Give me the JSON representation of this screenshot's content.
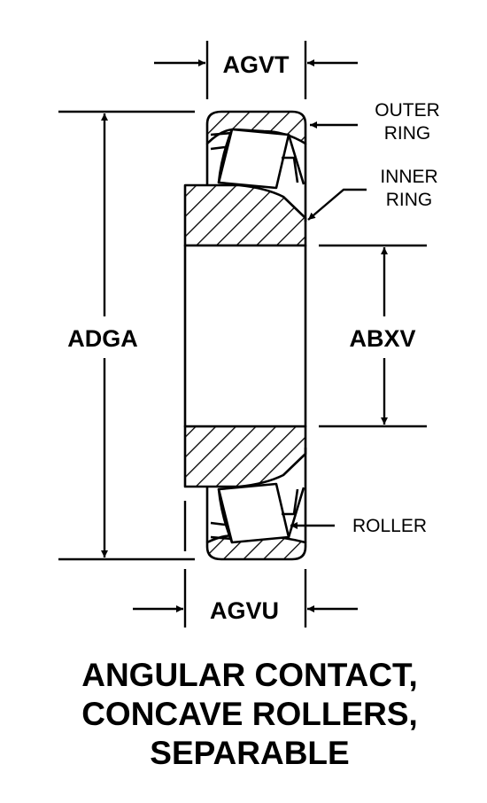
{
  "dimensions": {
    "agvt": "AGVT",
    "agvu": "AGVU",
    "adga": "ADGA",
    "abxv": "ABXV"
  },
  "callouts": {
    "outer_ring_1": "OUTER",
    "outer_ring_2": "RING",
    "inner_ring_1": "INNER",
    "inner_ring_2": "RING",
    "roller": "ROLLER"
  },
  "title": {
    "line1": "ANGULAR CONTACT,",
    "line2": "CONCAVE ROLLERS,",
    "line3": "SEPARABLE"
  }
}
